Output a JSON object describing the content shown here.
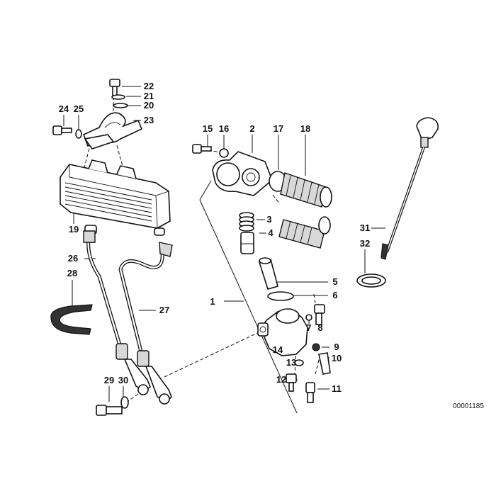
{
  "diagram": {
    "reference_code": "00001185",
    "callouts": [
      {
        "id": "1",
        "label": "1"
      },
      {
        "id": "2",
        "label": "2"
      },
      {
        "id": "3",
        "label": "3"
      },
      {
        "id": "4",
        "label": "4"
      },
      {
        "id": "5",
        "label": "5"
      },
      {
        "id": "6",
        "label": "6"
      },
      {
        "id": "7",
        "label": "7"
      },
      {
        "id": "8",
        "label": "8"
      },
      {
        "id": "9",
        "label": "9"
      },
      {
        "id": "10",
        "label": "10"
      },
      {
        "id": "11",
        "label": "11"
      },
      {
        "id": "12",
        "label": "12"
      },
      {
        "id": "13",
        "label": "13"
      },
      {
        "id": "14",
        "label": "14"
      },
      {
        "id": "15",
        "label": "15"
      },
      {
        "id": "16",
        "label": "16"
      },
      {
        "id": "17",
        "label": "17"
      },
      {
        "id": "18",
        "label": "18"
      },
      {
        "id": "19",
        "label": "19"
      },
      {
        "id": "20",
        "label": "20"
      },
      {
        "id": "21",
        "label": "21"
      },
      {
        "id": "22",
        "label": "22"
      },
      {
        "id": "23",
        "label": "23"
      },
      {
        "id": "24",
        "label": "24"
      },
      {
        "id": "25",
        "label": "25"
      },
      {
        "id": "26",
        "label": "26"
      },
      {
        "id": "27",
        "label": "27"
      },
      {
        "id": "28",
        "label": "28"
      },
      {
        "id": "29",
        "label": "29"
      },
      {
        "id": "30",
        "label": "30"
      },
      {
        "id": "31",
        "label": "31"
      },
      {
        "id": "32",
        "label": "32"
      }
    ]
  }
}
